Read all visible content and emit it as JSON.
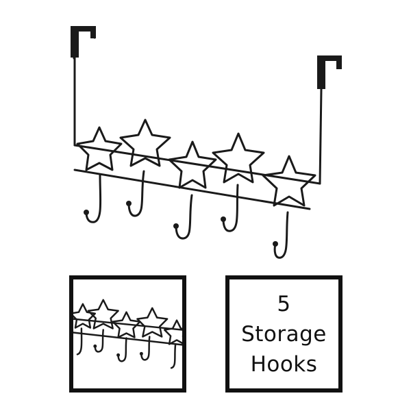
{
  "product": {
    "wire_color": "#1a1a1a",
    "hook_count": 5,
    "shape_icon": "star-icon"
  },
  "info_panel": {
    "line1": "5",
    "line2": "Storage",
    "line3": "Hooks"
  },
  "detail_panel": {
    "icon": "star-icon"
  }
}
